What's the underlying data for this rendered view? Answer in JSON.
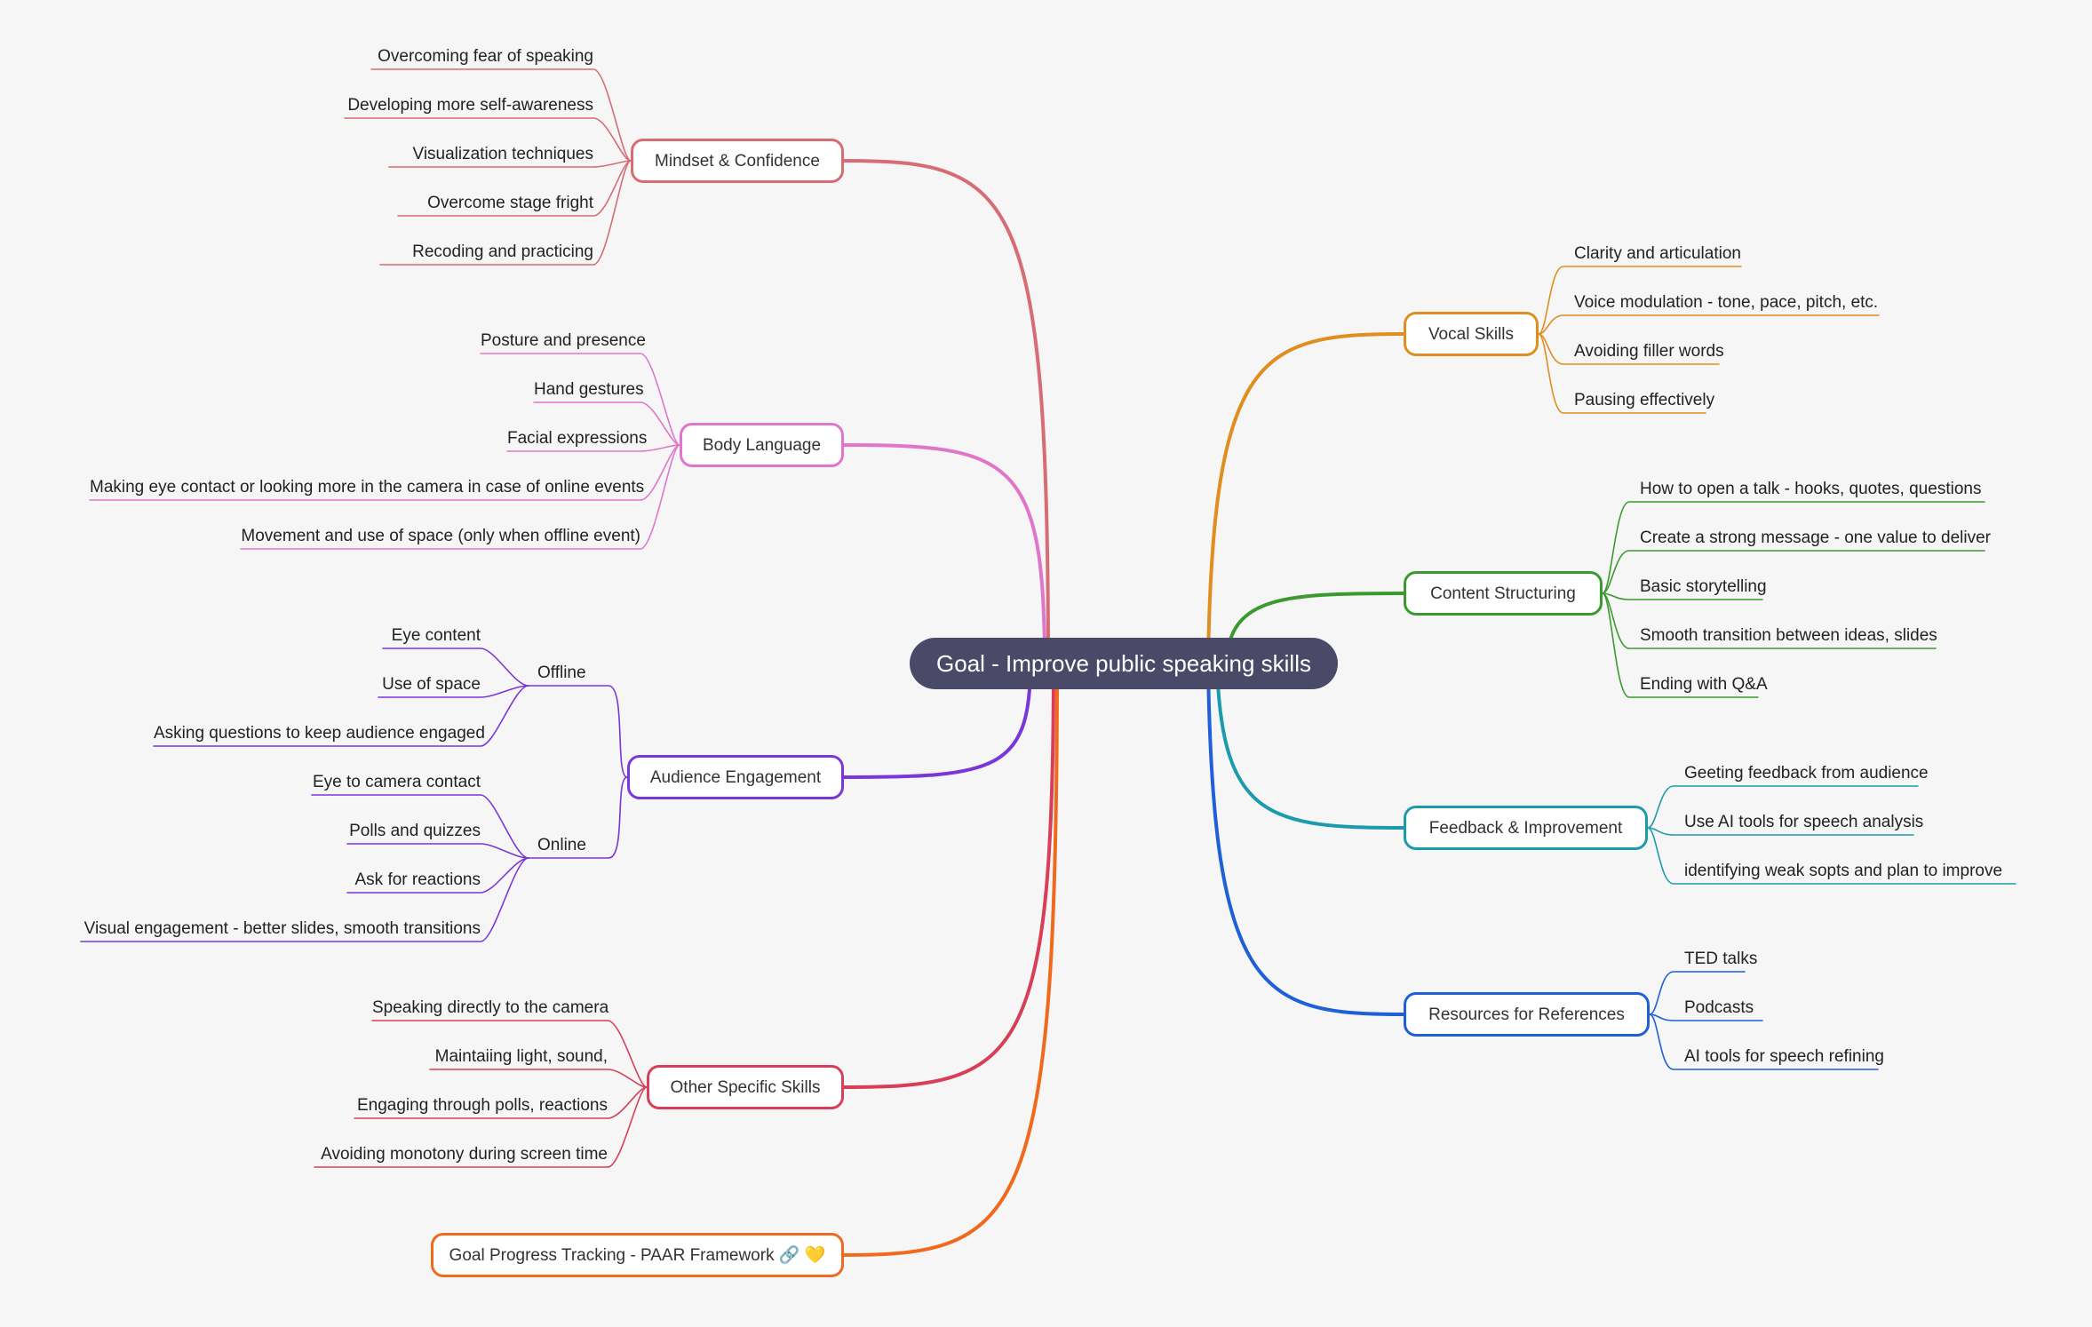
{
  "center": {
    "label": "Goal - Improve public speaking skills"
  },
  "colors": {
    "mindset": "#d76c74",
    "body": "#e076c9",
    "audience": "#7b36d8",
    "other": "#d83e58",
    "progress": "#ef6a1c",
    "vocal": "#df8e1f",
    "content": "#3b9a2f",
    "feedback": "#1b9bab",
    "resources": "#1f5fd8"
  },
  "branches": {
    "mindset": {
      "label": "Mindset & Confidence",
      "items": [
        "Overcoming fear of speaking",
        "Developing more self-awareness",
        "Visualization techniques",
        "Overcome stage fright",
        "Recoding and practicing"
      ]
    },
    "body": {
      "label": "Body Language",
      "items": [
        "Posture and presence",
        "Hand gestures",
        "Facial expressions",
        "Making eye contact or looking more in the camera in case of online events",
        "Movement and use of space (only when offline event)"
      ]
    },
    "audience": {
      "label": "Audience Engagement",
      "offline": {
        "label": "Offline",
        "items": [
          "Eye content",
          "Use of space",
          "Asking questions to keep audience engaged"
        ]
      },
      "online": {
        "label": "Online",
        "items": [
          "Eye to camera contact",
          "Polls and quizzes",
          "Ask for reactions",
          "Visual engagement - better slides, smooth transitions"
        ]
      }
    },
    "other": {
      "label": "Other Specific Skills",
      "items": [
        "Speaking directly to the camera",
        "Maintaiing light, sound,",
        "Engaging through polls, reactions",
        "Avoiding monotony during screen time"
      ]
    },
    "progress": {
      "label": "Goal Progress Tracking - PAAR Framework 🔗 💛"
    },
    "vocal": {
      "label": "Vocal Skills",
      "items": [
        "Clarity and articulation",
        "Voice modulation - tone, pace, pitch, etc.",
        "Avoiding filler words",
        "Pausing effectively"
      ]
    },
    "content": {
      "label": "Content Structuring",
      "items": [
        "How to open a talk - hooks, quotes, questions",
        "Create a strong message - one value to deliver",
        "Basic storytelling",
        "Smooth transition between ideas, slides",
        "Ending with Q&A"
      ]
    },
    "feedback": {
      "label": "Feedback & Improvement",
      "items": [
        "Geeting feedback from audience",
        "Use AI tools for speech analysis",
        "identifying weak sopts and plan to improve"
      ]
    },
    "resources": {
      "label": "Resources for References",
      "items": [
        "TED talks",
        "Podcasts",
        "AI tools for speech refining"
      ]
    }
  }
}
